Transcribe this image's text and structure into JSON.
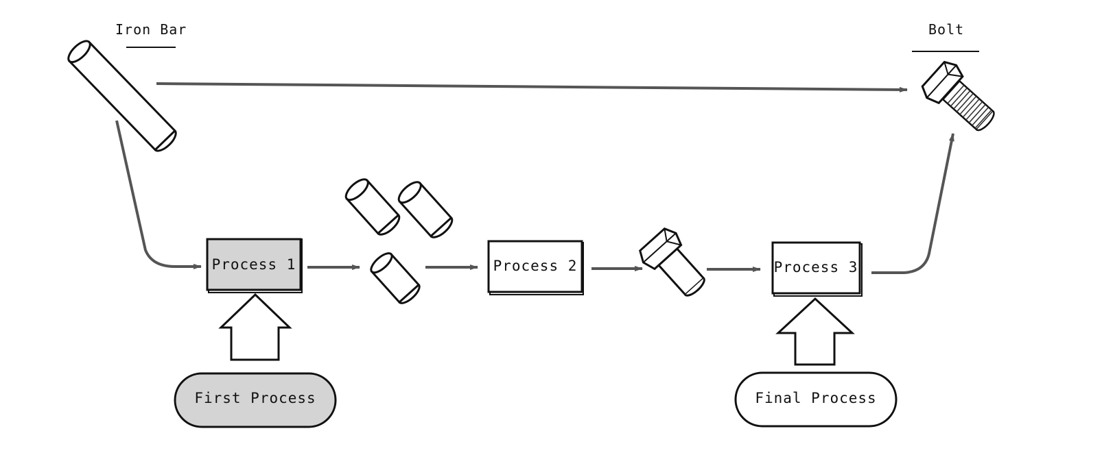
{
  "title_labels": {
    "iron_bar": "Iron Bar",
    "bolt": "Bolt"
  },
  "processes": [
    {
      "label": "Process 1",
      "fill": "#d4d4d4"
    },
    {
      "label": "Process 2",
      "fill": "#ffffff"
    },
    {
      "label": "Process 3",
      "fill": "#ffffff"
    }
  ],
  "terminals": {
    "first": {
      "label": "First Process",
      "fill": "#d4d4d4"
    },
    "final": {
      "label": "Final Process",
      "fill": "#ffffff"
    }
  },
  "colors": {
    "stroke": "#111111",
    "arrow": "#555555",
    "shaded": "#d4d4d4"
  }
}
